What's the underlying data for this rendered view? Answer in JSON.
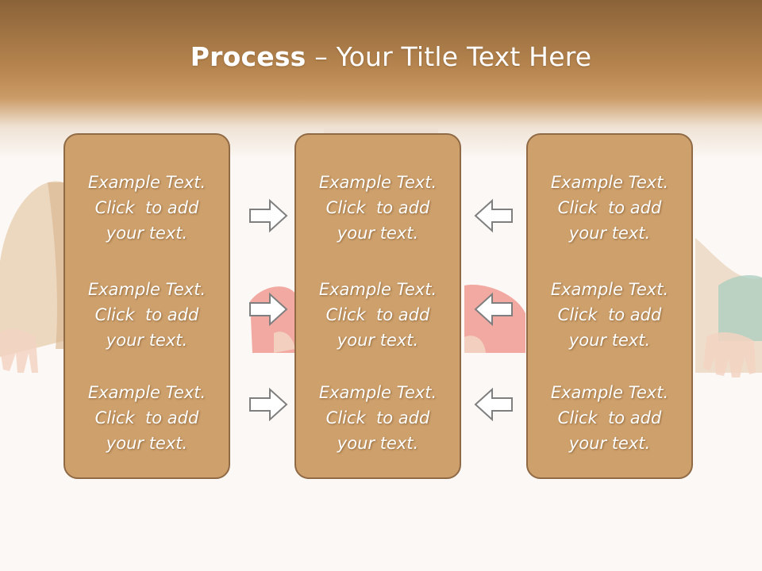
{
  "title": {
    "bold": "Process",
    "rest": " – Your Title Text Here"
  },
  "columns": [
    {
      "name": "left",
      "items": [
        {
          "lines": [
            "Example Text.",
            "Click  to add",
            "your text."
          ]
        },
        {
          "lines": [
            "Example Text.",
            "Click  to add",
            "your text."
          ]
        },
        {
          "lines": [
            "Example Text.",
            "Click  to add",
            "your text."
          ]
        }
      ]
    },
    {
      "name": "center",
      "items": [
        {
          "lines": [
            "Example Text.",
            "Click  to add",
            "your text."
          ]
        },
        {
          "lines": [
            "Example Text.",
            "Click  to add",
            "your text."
          ]
        },
        {
          "lines": [
            "Example Text.",
            "Click  to add",
            "your text."
          ]
        }
      ]
    },
    {
      "name": "right",
      "items": [
        {
          "lines": [
            "Example Text.",
            "Click  to add",
            "your text."
          ]
        },
        {
          "lines": [
            "Example Text.",
            "Click  to add",
            "your text."
          ]
        },
        {
          "lines": [
            "Example Text.",
            "Click  to add",
            "your text."
          ]
        }
      ]
    }
  ],
  "arrows": {
    "left_side": [
      "right-arrow-icon",
      "right-arrow-icon",
      "right-arrow-icon"
    ],
    "right_side": [
      "left-arrow-icon",
      "left-arrow-icon",
      "left-arrow-icon"
    ]
  },
  "colors": {
    "header": "#b98750",
    "card_fill": "#cda06c",
    "card_border": "#8f6a45",
    "background": "#fcf8f5",
    "text": "#ffffff"
  }
}
